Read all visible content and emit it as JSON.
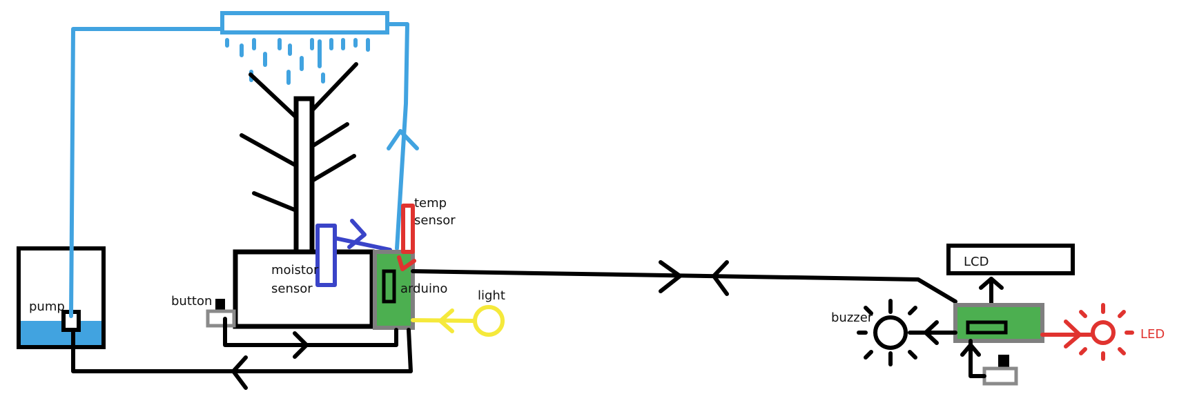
{
  "labels": {
    "pump": "pump",
    "button": "button",
    "moisture_line1": "moistor",
    "moisture_line2": "sensor",
    "temp_line1": "temp",
    "temp_line2": "sensor",
    "arduino": "arduino",
    "light": "light",
    "lcd": "LCD",
    "buzzer": "buzzer",
    "led": "LED"
  },
  "colors": {
    "water": "#41a3e0",
    "moisture_sensor": "#3a44c8",
    "temp_sensor": "#e0332f",
    "board_fill": "#4caf50",
    "board_border": "#7f7f7f",
    "light_sensor": "#f5e93b",
    "led": "#e0332f",
    "wire": "#000000"
  },
  "icons": {
    "pump": "pump-icon",
    "sprinkler": "sprinkler-bar-icon",
    "plant": "plant-icon",
    "light": "light-sensor-icon",
    "buzzer": "buzzer-icon",
    "led": "led-icon"
  }
}
